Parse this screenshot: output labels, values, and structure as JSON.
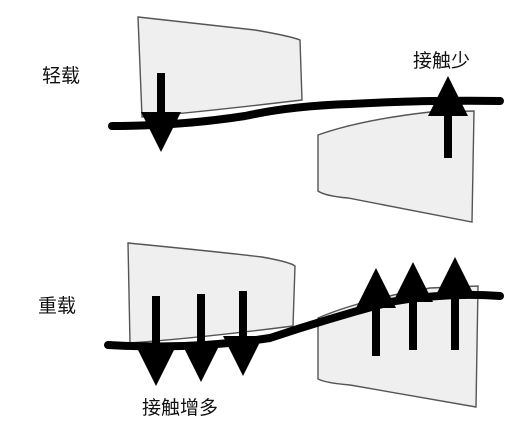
{
  "diagram": {
    "light": {
      "label": "轻载",
      "note": "接触少"
    },
    "heavy": {
      "label": "重载",
      "note": "接触增多"
    }
  },
  "colors": {
    "body_fill": "#efefef",
    "outline": "#555555",
    "line": "#000000",
    "text": "#111111"
  }
}
